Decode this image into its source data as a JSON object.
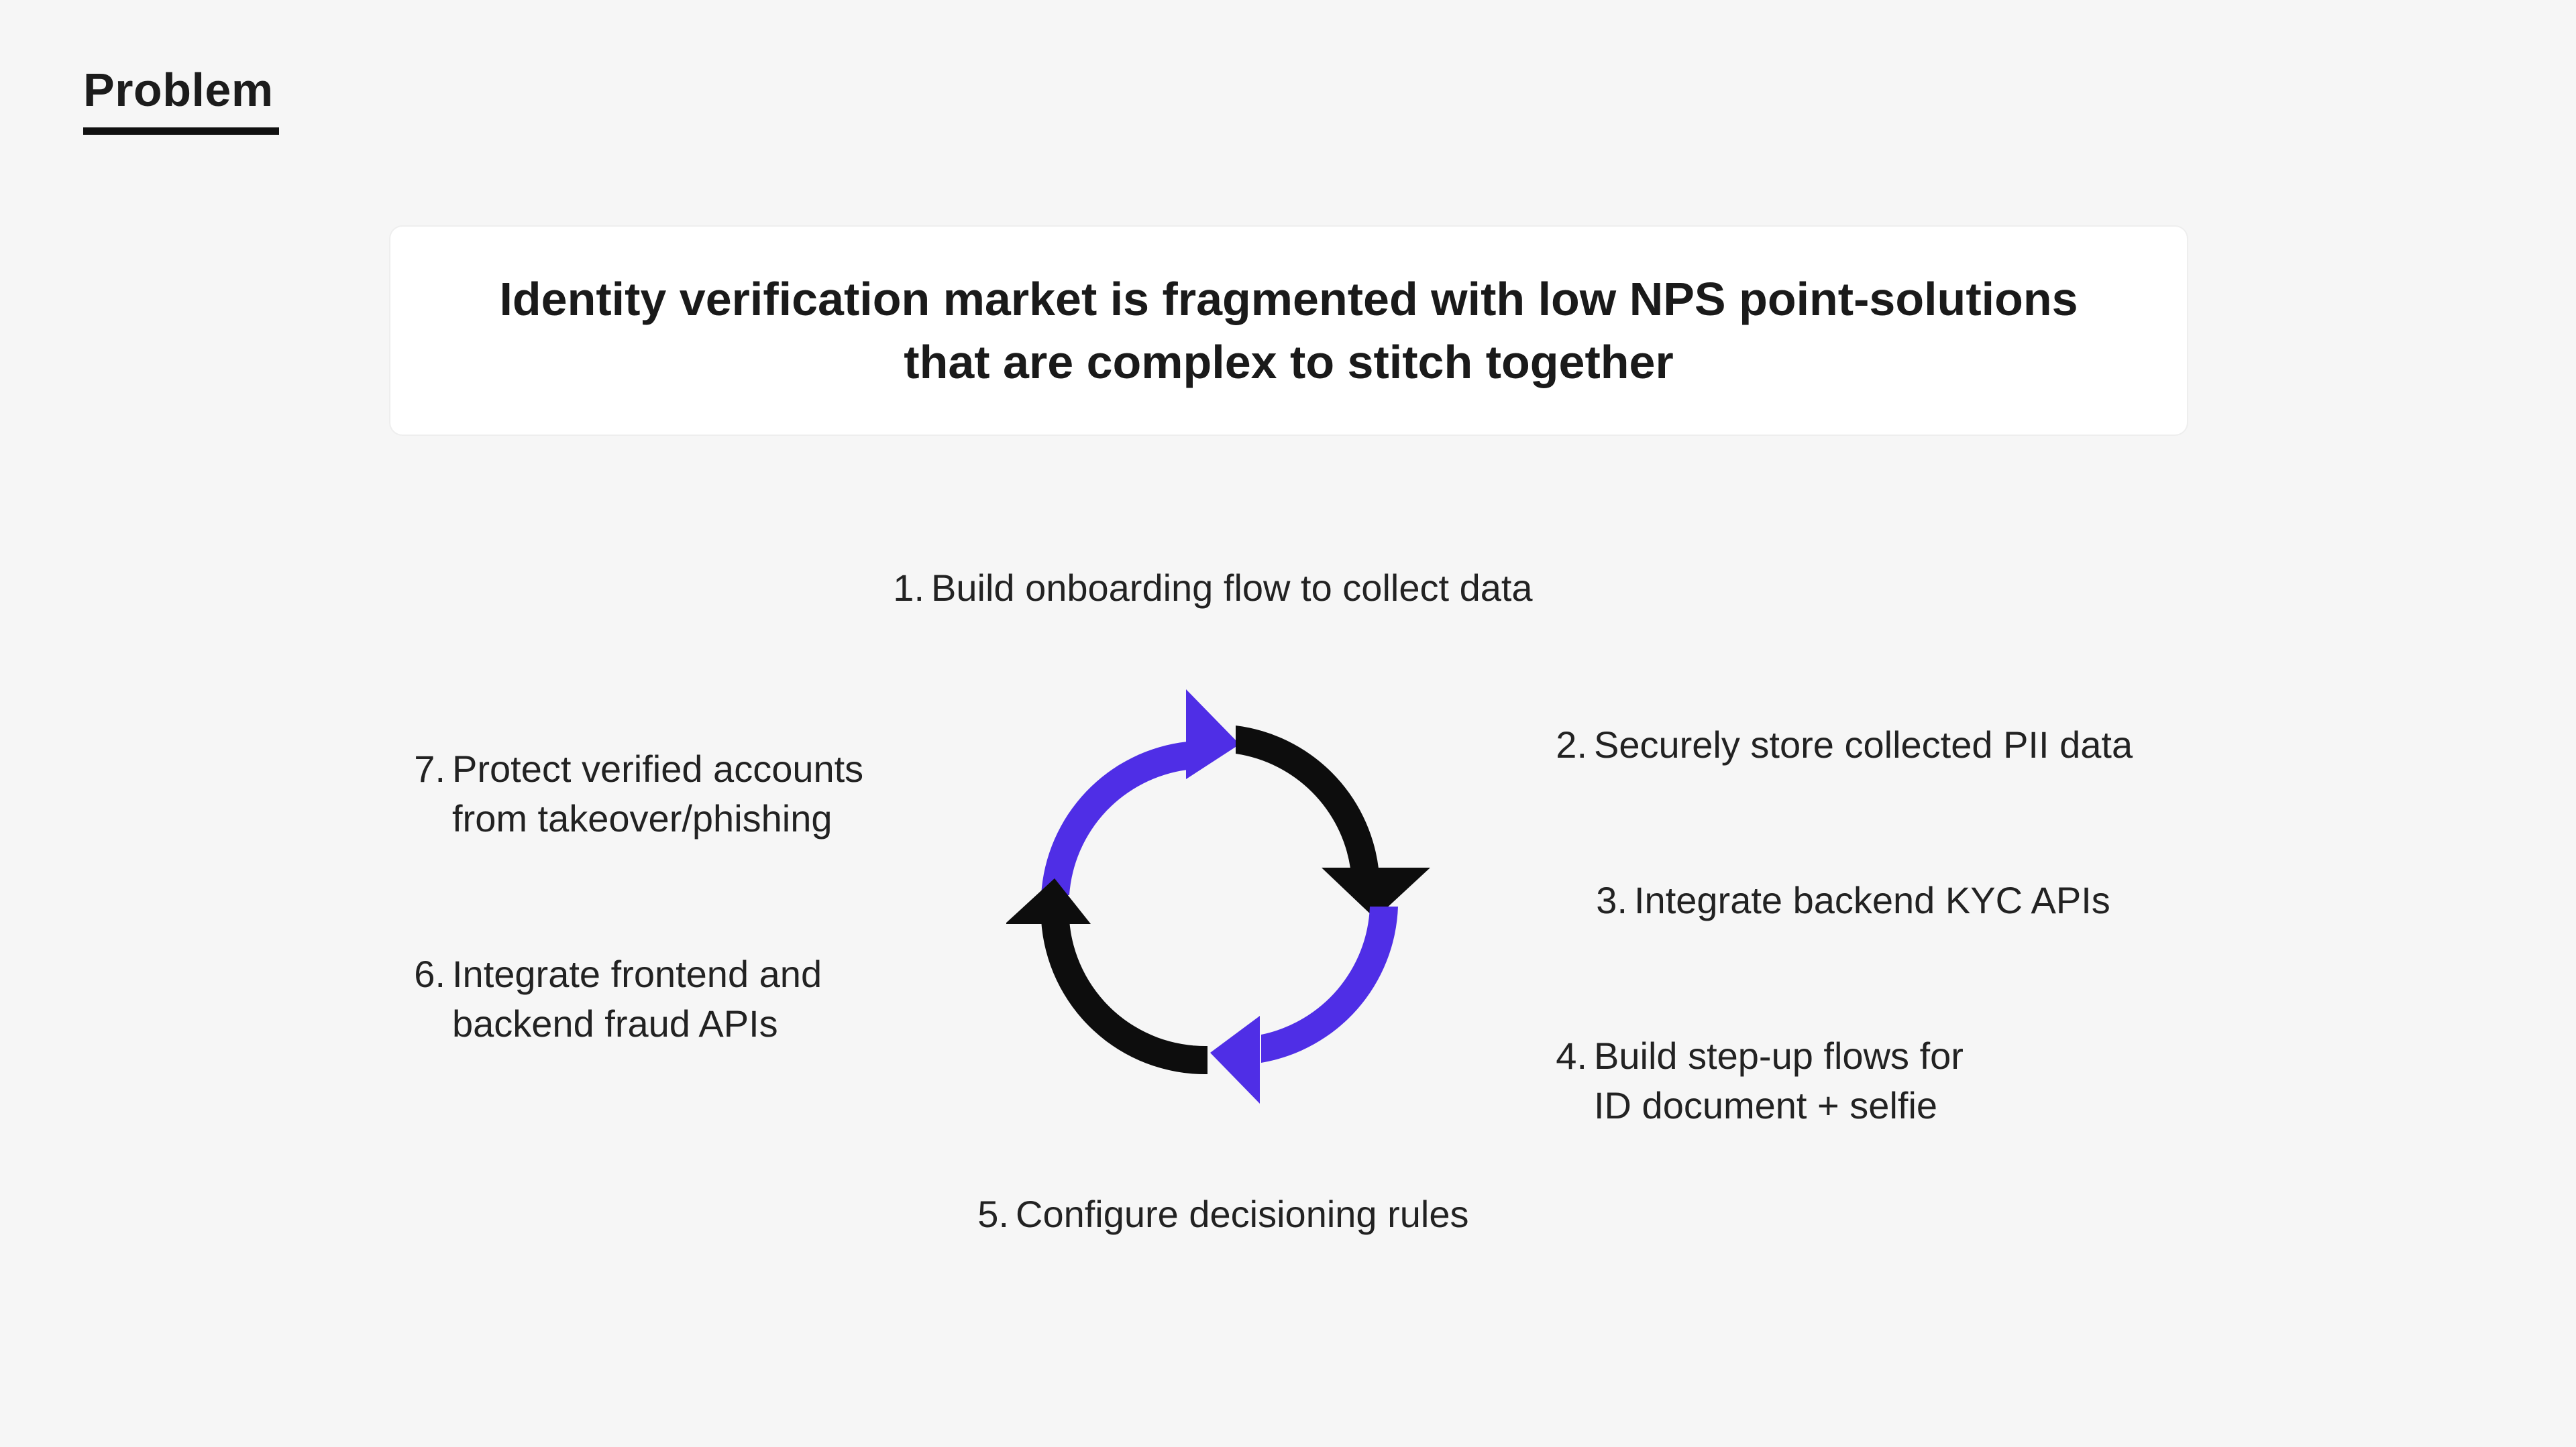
{
  "header": {
    "section_title": "Problem"
  },
  "headline": {
    "line1": "Identity verification market is fragmented with low NPS point-solutions",
    "line2": "that are complex to stitch together"
  },
  "steps": [
    {
      "num": "1.",
      "line1": "Build onboarding flow to collect data",
      "line2": ""
    },
    {
      "num": "2.",
      "line1": "Securely store collected PII data",
      "line2": ""
    },
    {
      "num": "3.",
      "line1": "Integrate backend KYC APIs",
      "line2": ""
    },
    {
      "num": "4.",
      "line1": "Build step-up flows for",
      "line2": "ID document + selfie"
    },
    {
      "num": "5.",
      "line1": "Configure decisioning rules",
      "line2": ""
    },
    {
      "num": "6.",
      "line1": "Integrate frontend and",
      "line2": "backend fraud APIs"
    },
    {
      "num": "7.",
      "line1": "Protect verified accounts",
      "line2": "from takeover/phishing"
    }
  ],
  "cycle_icon": {
    "name": "circular-arrows-icon",
    "colors": {
      "purple": "#4f2ee6",
      "black": "#0d0d0d"
    }
  }
}
